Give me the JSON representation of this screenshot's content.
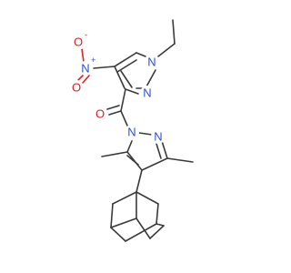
{
  "molecule": {
    "atoms": {
      "nitro_o_top": {
        "symbol": "O",
        "charge": "-",
        "color": "#e02020"
      },
      "nitro_n": {
        "symbol": "N",
        "charge": "+",
        "color": "#2a4fd6"
      },
      "nitro_o_bottom": {
        "symbol": "O",
        "charge": "",
        "color": "#e02020"
      },
      "carbonyl_o": {
        "symbol": "O",
        "charge": "",
        "color": "#e02020"
      },
      "pyrazole1_n1": {
        "symbol": "N",
        "charge": "",
        "color": "#2a4fd6"
      },
      "pyrazole1_n2": {
        "symbol": "N",
        "charge": "",
        "color": "#2a4fd6"
      },
      "pyrazole2_n1": {
        "symbol": "N",
        "charge": "",
        "color": "#2a4fd6"
      },
      "pyrazole2_n2": {
        "symbol": "N",
        "charge": "",
        "color": "#2a4fd6"
      }
    },
    "colors": {
      "bond": "#3a3a3a",
      "nitrogen": "#2a4fd6",
      "oxygen": "#e02020",
      "background": "#ffffff"
    }
  }
}
